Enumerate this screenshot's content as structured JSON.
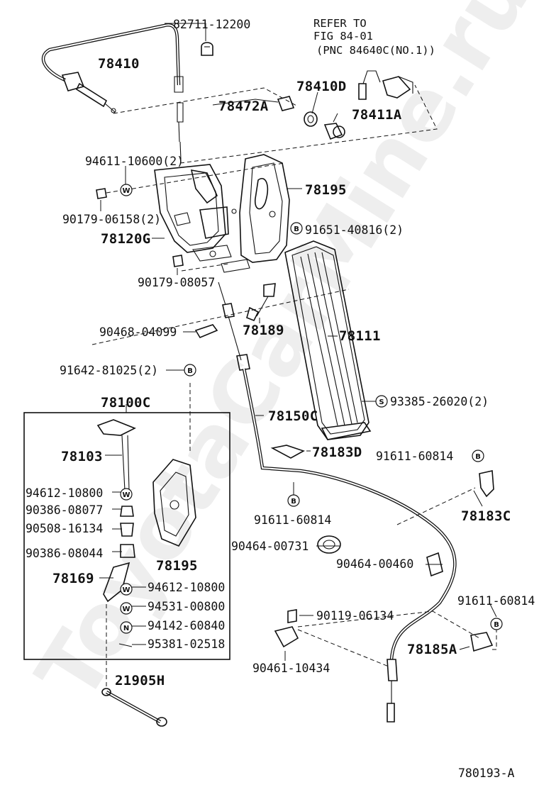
{
  "watermark": "ToyotaCarMine.ru",
  "reference_note": [
    "REFER TO",
    "FIG 84-01",
    "(PNC 84640C(NO.1))"
  ],
  "figure_id": "780193-A",
  "parts": {
    "p82711": "82711-12200",
    "p78410": "78410",
    "p78410D": "78410D",
    "p78472A": "78472A",
    "p78411A": "78411A",
    "p94611": "94611-10600(2)",
    "p78195a": "78195",
    "p90179a": "90179-06158(2)",
    "p91651": "91651-40816(2)",
    "p78120G": "78120G",
    "p90179b": "90179-08057",
    "p90468": "90468-04099",
    "p78189": "78189",
    "p78111": "78111",
    "p91642": "91642-81025(2)",
    "p78100C": "78100C",
    "p93385": "93385-26020(2)",
    "p78150C": "78150C",
    "p78103": "78103",
    "p78183D": "78183D",
    "p91611a": "91611-60814",
    "p94612a": "94612-10800",
    "p90386a": "90386-08077",
    "p90508": "90508-16134",
    "p90386b": "90386-08044",
    "p78195b": "78195",
    "p78169": "78169",
    "p94612b": "94612-10800",
    "p94531": "94531-00800",
    "p94142": "94142-60840",
    "p95381": "95381-02518",
    "p21905H": "21905H",
    "p78183C": "78183C",
    "p91611b": "91611-60814",
    "p90464a": "90464-00731",
    "p90464b": "90464-00460",
    "p91611c": "91611-60814",
    "p90119": "90119-06134",
    "p78185A": "78185A",
    "p90461": "90461-10434"
  },
  "badges": {
    "w": "W",
    "b": "B",
    "s": "S",
    "n": "N"
  }
}
